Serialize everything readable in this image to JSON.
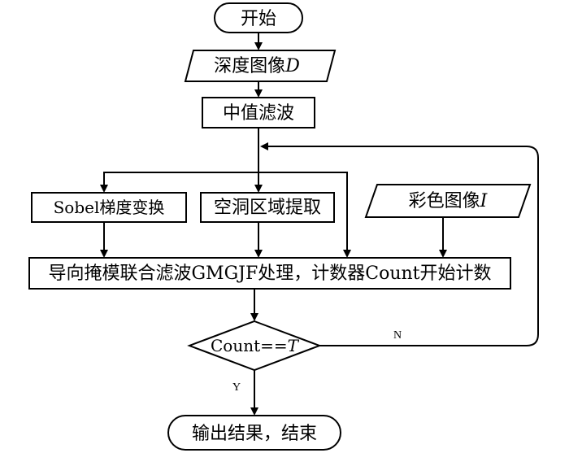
{
  "nodes": {
    "start": "开始",
    "depth_image_text": "深度图像",
    "depth_image_var": "D",
    "median_filter": "中值滤波",
    "sobel": "Sobel梯度变换",
    "hole_extract": "空洞区域提取",
    "color_image_text": "彩色图像",
    "color_image_var": "I",
    "gmgjf_process": "导向掩模联合滤波GMGJF处理，计数器Count开始计数",
    "decision_text": "Count==",
    "decision_var": "T",
    "end": "输出结果，结束"
  },
  "edges": {
    "no_label": "N",
    "yes_label": "Y"
  }
}
